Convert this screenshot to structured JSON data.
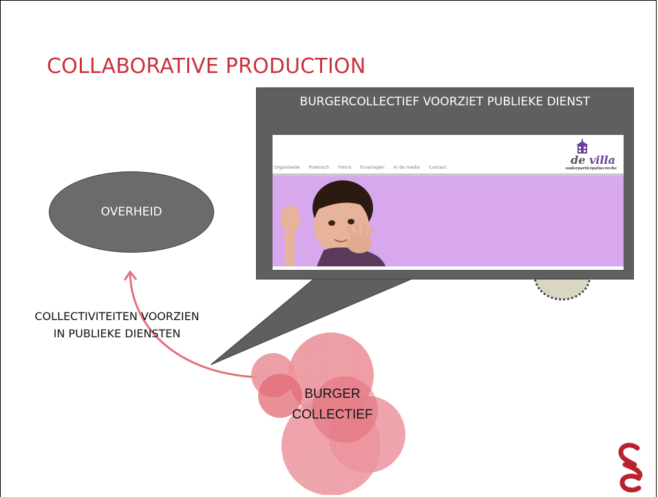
{
  "slide": {
    "title": "COLLABORATIVE PRODUCTION",
    "overheid_label": "OVERHEID",
    "collectiviteiten_label": "COLLECTIVITEITEN VOORZIEN IN PUBLIEKE DIENSTEN",
    "burger_label_line1": "BURGER",
    "burger_label_line2": "COLLECTIEF",
    "callout_title": "BURGERCOLLECTIEF VOORZIET PUBLIEKE DIENST"
  },
  "website": {
    "nav_items": [
      "Organisatie",
      "Praktisch",
      "Foto's",
      "Ervaringen",
      "In de media",
      "Contact"
    ],
    "logo_text_de": "de",
    "logo_text_villa": "villa",
    "logo_subtitle": "ouderparticipatiecrèche"
  },
  "colors": {
    "title": "#c8323c",
    "ellipse": "#6b6b6b",
    "callout": "#5f5f5f",
    "cloud": "#e87c86",
    "arrow": "#e3707a",
    "banner": "#d8a8ee",
    "gear": "#d9d7c4"
  },
  "icons": [
    "gear-icon",
    "house-icon",
    "brand-logo-icon"
  ]
}
